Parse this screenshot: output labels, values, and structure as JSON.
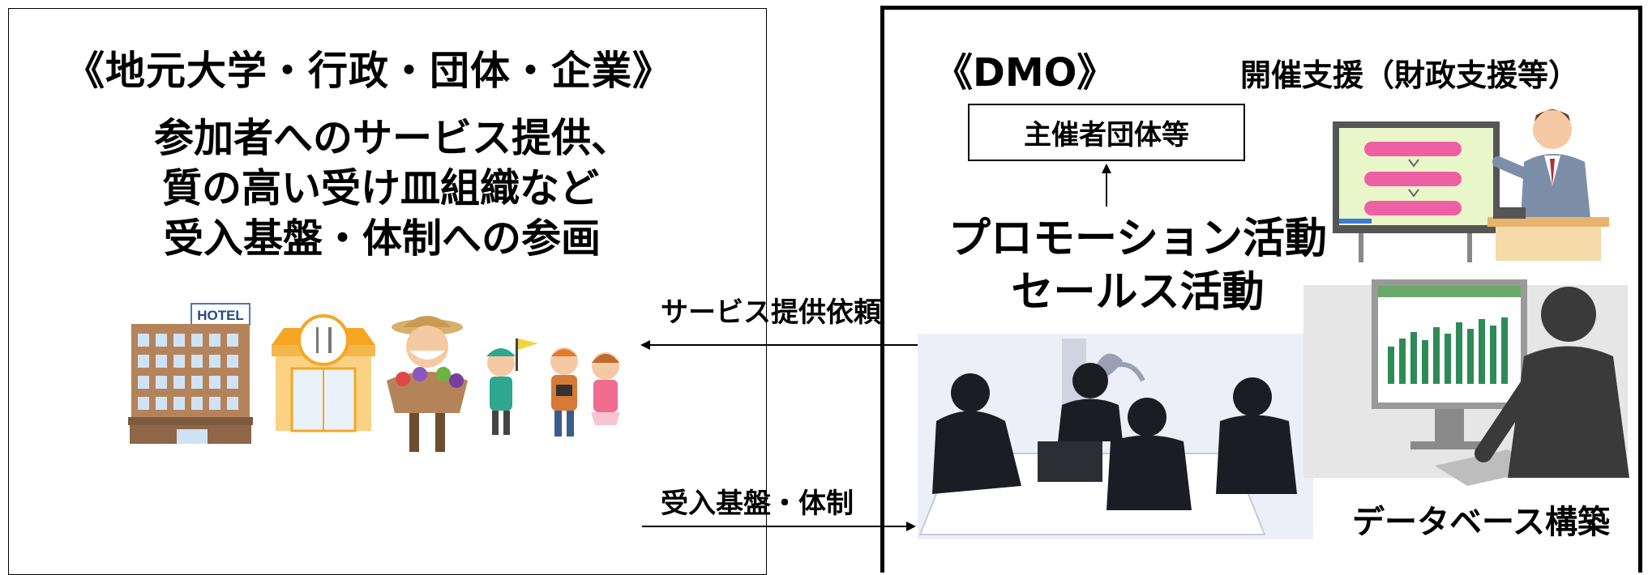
{
  "left_panel": {
    "title": "《地元大学・行政・団体・企業》",
    "description_lines": [
      "参加者へのサービス提供、",
      "質の高い受け皿組織など",
      "受入基盤・体制への参画"
    ],
    "hotel_sign": "HOTEL"
  },
  "right_panel": {
    "title": "《DMO》",
    "support_title": "開催支援（財政支援等）",
    "organizer_box": "主催者団体等",
    "promotion_lines": [
      "プロモーション活動",
      "セールス活動"
    ],
    "database_label": "データベース構築"
  },
  "arrows": {
    "service_request": "サービス提供依頼",
    "infrastructure": "受入基盤・体制"
  },
  "colors": {
    "hotel_brown": "#b5835a",
    "shop_orange": "#f6a623",
    "presentation_pink": "#ee5fa6",
    "presentation_screen": "#e9f6c9",
    "chart_green": "#2e8b57"
  }
}
